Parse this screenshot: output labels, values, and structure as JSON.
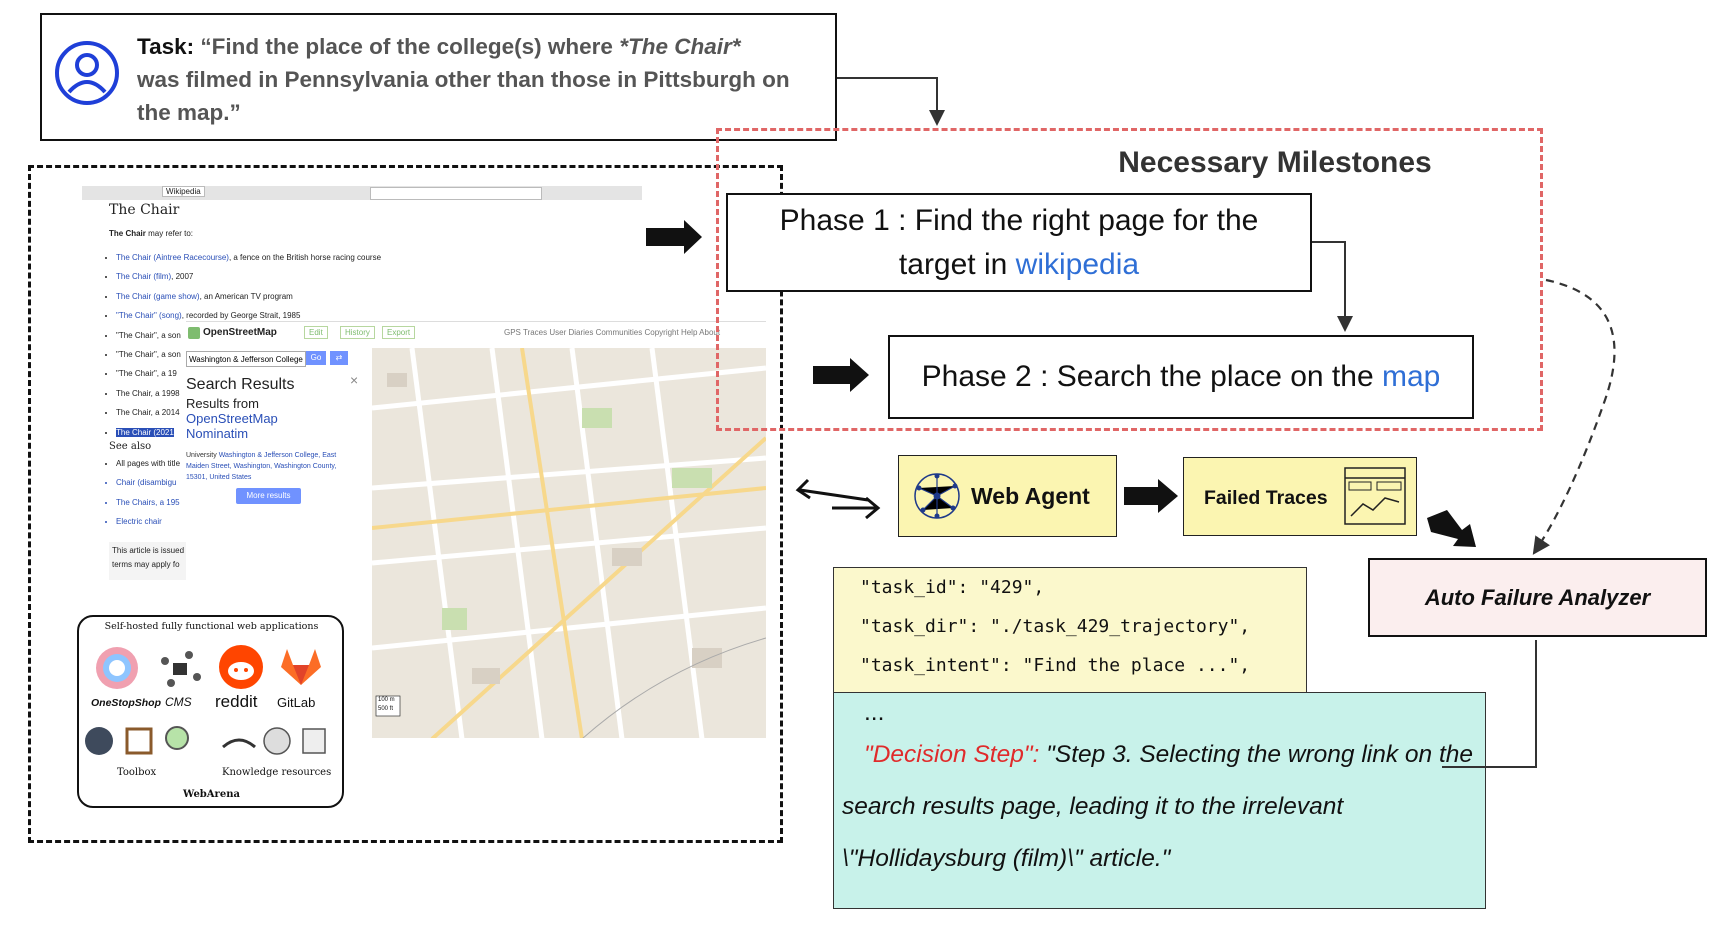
{
  "task": {
    "label": "Task:",
    "line1_start": "“Find the place of the college(s) where ",
    "line1_italic": "*The Chair*",
    "line2": "was filmed in Pennsylvania other than those in Pittsburgh on",
    "line3": "the map.”"
  },
  "milestones": {
    "title": "Necessary Milestones",
    "phase1_line1": "Phase 1 : Find the right page for the",
    "phase1_line2_prefix": "target in ",
    "phase1_line2_link": "wikipedia",
    "phase2_prefix": "Phase 2 : Search the place on the ",
    "phase2_link": "map"
  },
  "agent": {
    "web_agent": "Web Agent",
    "failed_traces": "Failed Traces",
    "analyzer": "Auto Failure Analyzer"
  },
  "trace": {
    "task_id": "\"task_id\": \"429\",",
    "task_dir": "\"task_dir\": \"./task_429_trajectory\",",
    "task_intent": "\"task_intent\": \"Find the place ...\",",
    "ellipsis": "...",
    "decision_key": "\"Decision Step\":",
    "decision_line1": " \"Step 3. Selecting the wrong link on the",
    "decision_line2": "search results  page, leading it to the irrelevant",
    "decision_line3": "\\\"Hollidaysburg (film)\\\" article.\""
  },
  "wikipedia": {
    "tab": "Wikipedia",
    "title": "The Chair",
    "intro_bold": "The Chair",
    "intro_rest": " may refer to:",
    "items": [
      {
        "link": "The Chair (Aintree Racecourse)",
        "rest": ", a fence on the British horse racing course"
      },
      {
        "link": "The Chair (film)",
        "rest": ", 2007"
      },
      {
        "link": "The Chair (game show)",
        "rest": ", an American TV program"
      },
      {
        "link": "\"The Chair\" (song)",
        "rest": ", recorded by George Strait, 1985"
      },
      {
        "link": "",
        "rest": "\"The Chair\", a son"
      },
      {
        "link": "",
        "rest": "\"The Chair\", a son"
      },
      {
        "link": "",
        "rest": "\"The Chair\", a 19"
      },
      {
        "link": "",
        "rest": "The Chair, a 1998"
      },
      {
        "link": "",
        "rest": "The Chair, a 2014"
      },
      {
        "link": "The Chair (2021",
        "rest": ""
      }
    ],
    "see_also": "See also",
    "see_items": [
      "All pages with title",
      "Chair (disambigu",
      "The Chairs, a 195",
      "Electric chair"
    ],
    "notice_1": "This article is issued",
    "notice_2": "terms may apply fo"
  },
  "osm": {
    "brand": "OpenStreetMap",
    "nav_edit": "Edit",
    "nav_history": "History",
    "nav_export": "Export",
    "nav_right": "GPS Traces   User Diaries   Communities   Copyright   Help   About",
    "search_value": "Washington & Jefferson College",
    "go": "Go",
    "results_title": "Search Results",
    "results_from": "Results from",
    "results_source1": "OpenStreetMap",
    "results_source2": "Nominatim",
    "result_type": "University ",
    "result_link": "Washington & Jefferson College, East Maiden Street, Washington, Washington County, 15301, United States",
    "more_results": "More results",
    "scale_1": "100 m",
    "scale_2": "500 ft"
  },
  "webarena": {
    "heading": "Self-hosted fully functional web applications",
    "apps": [
      "OneStopShop",
      "CMS",
      "reddit",
      "GitLab"
    ],
    "toolbox": "Toolbox",
    "knowledge": "Knowledge resources",
    "footer": "WebArena"
  },
  "colors": {
    "milestone_border": "#e06666",
    "link_blue": "#2f6fd6",
    "yellow_box": "#fbf5b1",
    "cyan_box": "#c8f2ea",
    "analyzer_box": "#fbeeee",
    "decision_red": "#e02b2b"
  }
}
